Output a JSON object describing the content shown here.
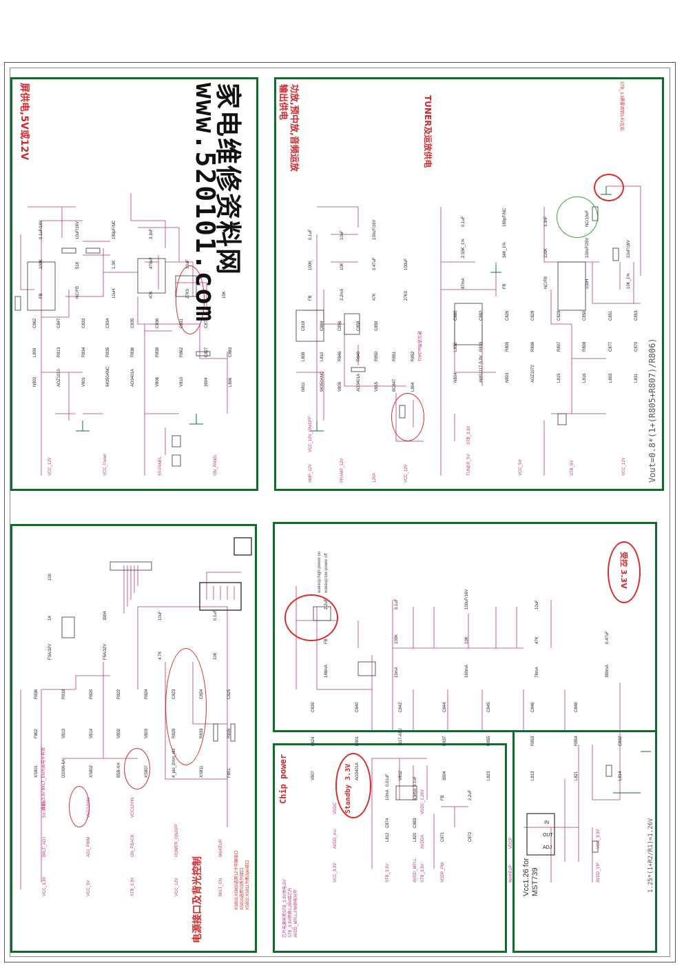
{
  "watermark": {
    "line1": "家电维修资料网",
    "line2": "www.520101.com"
  },
  "panels": {
    "screen_power": {
      "title": "屏供电,5V或12V",
      "nets": [
        "VCC_12V",
        "VCC_Panel",
        "5V-PANEL",
        "ON_PANEL"
      ],
      "parts": [
        "N802",
        "AOZ1010",
        "V801",
        "94350ANC",
        "AO3401A",
        "V806",
        "V810",
        "3904",
        "L806",
        "L809",
        "R813",
        "R834",
        "R835",
        "R836",
        "R838",
        "R862",
        "C827",
        "C883",
        "C862",
        "C847",
        "C833",
        "C834",
        "C835",
        "C836",
        "C811",
        "C872"
      ],
      "values": [
        "FB",
        "NC/FB",
        "10uH",
        "47K",
        "27K0",
        "10K",
        "100K",
        "51K",
        "1.3K",
        "470uF",
        "10uF",
        "0.1uF",
        "0.1uF/16V",
        "10uF/16V",
        "180pF/NC",
        "3.3nF"
      ]
    },
    "amp_power": {
      "title": "功放,预中放,音频运放\n输出供电",
      "nets": [
        "AMP_12V",
        "PRAMP_12V",
        "12VA",
        "VCC_12V",
        "VCC_12V_ON/OFF"
      ],
      "parts": [
        "N811",
        "94350ANC",
        "V809",
        "AO3401A",
        "V815",
        "BC847",
        "L804",
        "L808",
        "L810",
        "R846",
        "R849",
        "R850",
        "R851",
        "R852",
        "C818",
        "C884",
        "C856",
        "C858",
        "C859"
      ],
      "values": [
        "FB",
        "2.2mA",
        "47K",
        "27K0",
        "100K",
        "10K",
        "0.47uF",
        "100uF",
        "0.1uF",
        "10uF",
        "100uF/16V"
      ],
      "note": "建议选用ao3401"
    },
    "tuner_power": {
      "title": "TUNER及运放供电",
      "nets": [
        "TUNER_5V",
        "VCC_5V",
        "STB_5V",
        "VCC_12V",
        "STB_3.3V"
      ],
      "parts": [
        "N804",
        "AMS1117-5.0V",
        "N803",
        "AOZ1072",
        "L815",
        "L816",
        "L803",
        "L831",
        "L830",
        "R819",
        "R805",
        "R806",
        "R807",
        "R808",
        "C877",
        "C879",
        "C880",
        "C882",
        "C826",
        "C828",
        "C829",
        "C850",
        "C851",
        "C853"
      ],
      "values": [
        "87mA",
        "FB",
        "NC/FB",
        "10uH",
        "10K_1%",
        "2.55K_1%",
        "34K_1%",
        "100K",
        "100uF/25V",
        "10uF/16V",
        "0.1uF",
        "180pF/NC",
        "3.3nF",
        "NC/10uF"
      ],
      "formula": "Vout=0.8*(1+(R805+R807)/R806)",
      "annotation": "STB_3.3需要调到3.4V左右."
    },
    "interface": {
      "title": "电源接口及背光控制",
      "nets": [
        "VCC_3.3V",
        "VCC_5V",
        "STB_3.3V",
        "VCC_12V",
        "BKLT_EN",
        "BKLT_ADJ",
        "ADJ_PWM",
        "ON_PBACK",
        "POWER_ON/OFF",
        "WAKEUP",
        "5V-STBN",
        "VCC12VIN",
        "VCC12VIN"
      ],
      "parts": [
        "XS801",
        "D2006-6A",
        "XS802",
        "B5B-XH",
        "XS807",
        "4_pin_2mm_dis",
        "XS811",
        "F801",
        "F802",
        "V813",
        "V814",
        "V802",
        "V803",
        "R829",
        "R833",
        "R835",
        "R836",
        "R818",
        "R820",
        "R822",
        "R824",
        "C823",
        "C824",
        "C825"
      ],
      "values": [
        "F3A/32V",
        "F5A/32V",
        "4.7K",
        "10K",
        "1K",
        "3904",
        "10uF",
        "0.1uF",
        "100"
      ],
      "notes": [
        "XS803,XS805选用12寸中国接口",
        "XS810选用V3系列接口",
        "XS802,XS811为新3pin接口"
      ],
      "side_note": "新50-3.3V BKLT_EN为高电平有效"
    },
    "standby": {
      "title": "受控 3.3V",
      "nets": [
        "VCC_3.3V",
        "STB_3.3V",
        "WAKEUP",
        "AVDD_VIF",
        "AVDD_AU",
        "AVDDA",
        "VDDP",
        "VCC_3.3V",
        "VDDC",
        "VDDC_1.26V"
      ],
      "parts": [
        "V807",
        "AO3401A",
        "V812",
        "3904",
        "L823",
        "L813",
        "L821",
        "L814",
        "L824",
        "N801",
        "1117-ADJ",
        "R837",
        "R855",
        "R853",
        "R854",
        "C832",
        "C839",
        "C840",
        "C842",
        "C844",
        "C845",
        "C846",
        "C848"
      ],
      "values": [
        "148mA",
        "15mA",
        "160mA",
        "78mA",
        "380mA",
        "FB",
        "100K",
        "10K",
        "47K",
        "0.47uF",
        "2.2uF",
        "0.1uF",
        "100uF/16V",
        "10uF"
      ],
      "modes": [
        "wakeup:high  power on",
        "wakeup:low  power off"
      ],
      "vcc_label": "Vcc1.26 for\nMST739",
      "formula": "1.25*(1+R2/R1)=1.26V",
      "pins": [
        "IN",
        "OUT",
        "ADJ"
      ]
    },
    "chip_power": {
      "title": "Chip power",
      "badge": "Standby 3.3V",
      "nets": [
        "STB_3.3V",
        "AVDD_MPLL",
        "VDDP_PM"
      ],
      "parts": [
        "L812",
        "L820",
        "C871",
        "C872",
        "C874",
        "C883"
      ],
      "values": [
        "10mA",
        "5.5mA",
        "FB",
        "2.2uF",
        "0.01uF",
        "0.1uF"
      ],
      "notes": [
        "芯片电源采用STB_3.3V供电,5V",
        "STB_3.3V转换1.26V给芯片",
        "AVDD_MPLL,PM供电分开"
      ]
    }
  },
  "colors": {
    "panel_border": "#0d6e2c",
    "title_red": "#d4262a",
    "net_pink": "#c0307a",
    "wire": "#c0307a",
    "highlight_ring": "#d92b2b"
  }
}
